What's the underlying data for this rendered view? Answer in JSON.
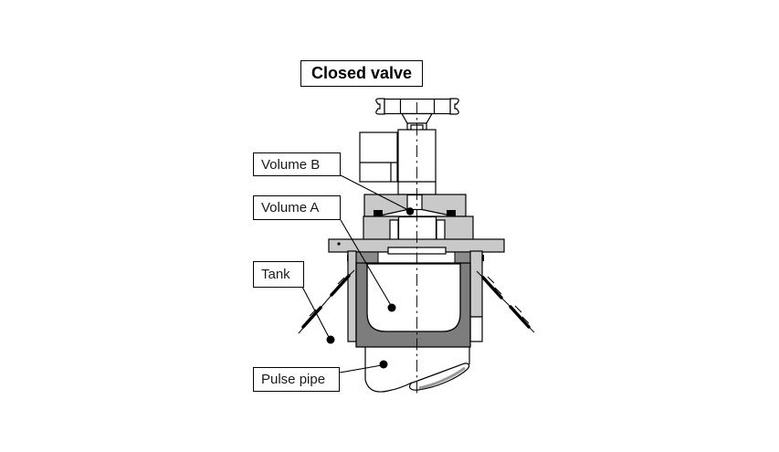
{
  "diagram": {
    "title": "Closed valve",
    "labels": {
      "volume_b": "Volume B",
      "volume_a": "Volume A",
      "tank": "Tank",
      "pulse_pipe": "Pulse pipe"
    },
    "colors": {
      "background": "#ffffff",
      "outline": "#000000",
      "label_border": "#000000",
      "body_light_gray": "#c9c9c9",
      "seal_gray": "#8a8a8a",
      "cup_dark_gray": "#7d7d7d",
      "pipe_shade_gray": "#9a9a9a"
    }
  }
}
